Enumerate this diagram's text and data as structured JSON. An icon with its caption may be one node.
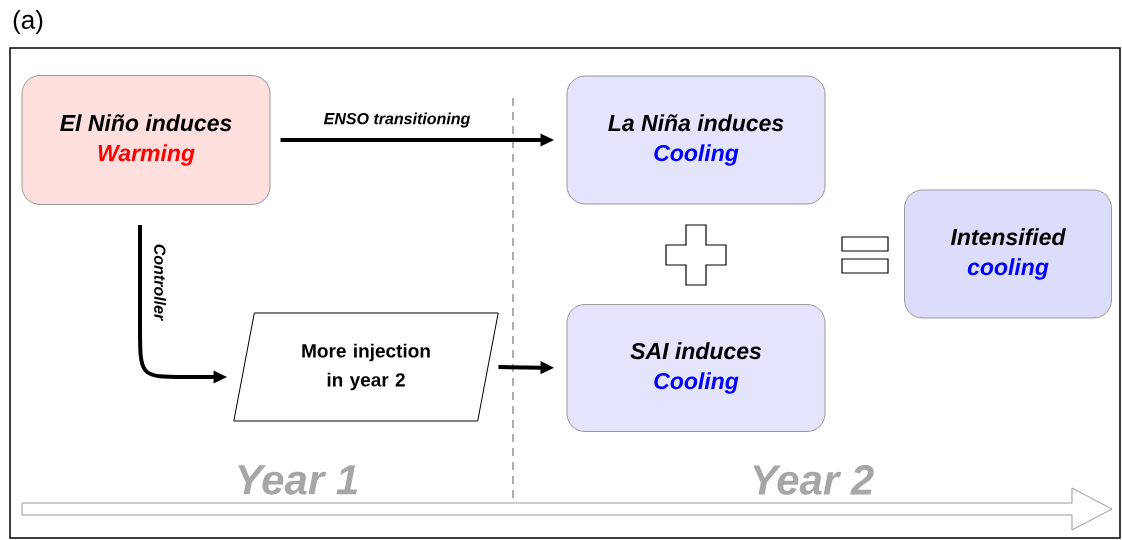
{
  "diagram": {
    "nodes": [
      {
        "text": [
          "El Niño induces",
          "Warming"
        ]
      },
      {
        "text": [
          "La Niña induces",
          "Cooling"
        ]
      },
      {
        "text": [
          "More injection in year 2"
        ]
      },
      {
        "text": [
          "SAI induces",
          "Cooling"
        ]
      },
      {
        "text": [
          "Intensified",
          "cooling"
        ]
      }
    ],
    "edges": [
      {
        "from": 0,
        "to": 1,
        "arrow": "to",
        "label": "ENSO transitioning"
      },
      {
        "from": 0,
        "to": 2,
        "arrow": "to",
        "label": "Controller"
      },
      {
        "from": 2,
        "to": 3,
        "arrow": "to"
      }
    ],
    "labels": [
      "(a)",
      "Year 1",
      "Year 2"
    ]
  }
}
